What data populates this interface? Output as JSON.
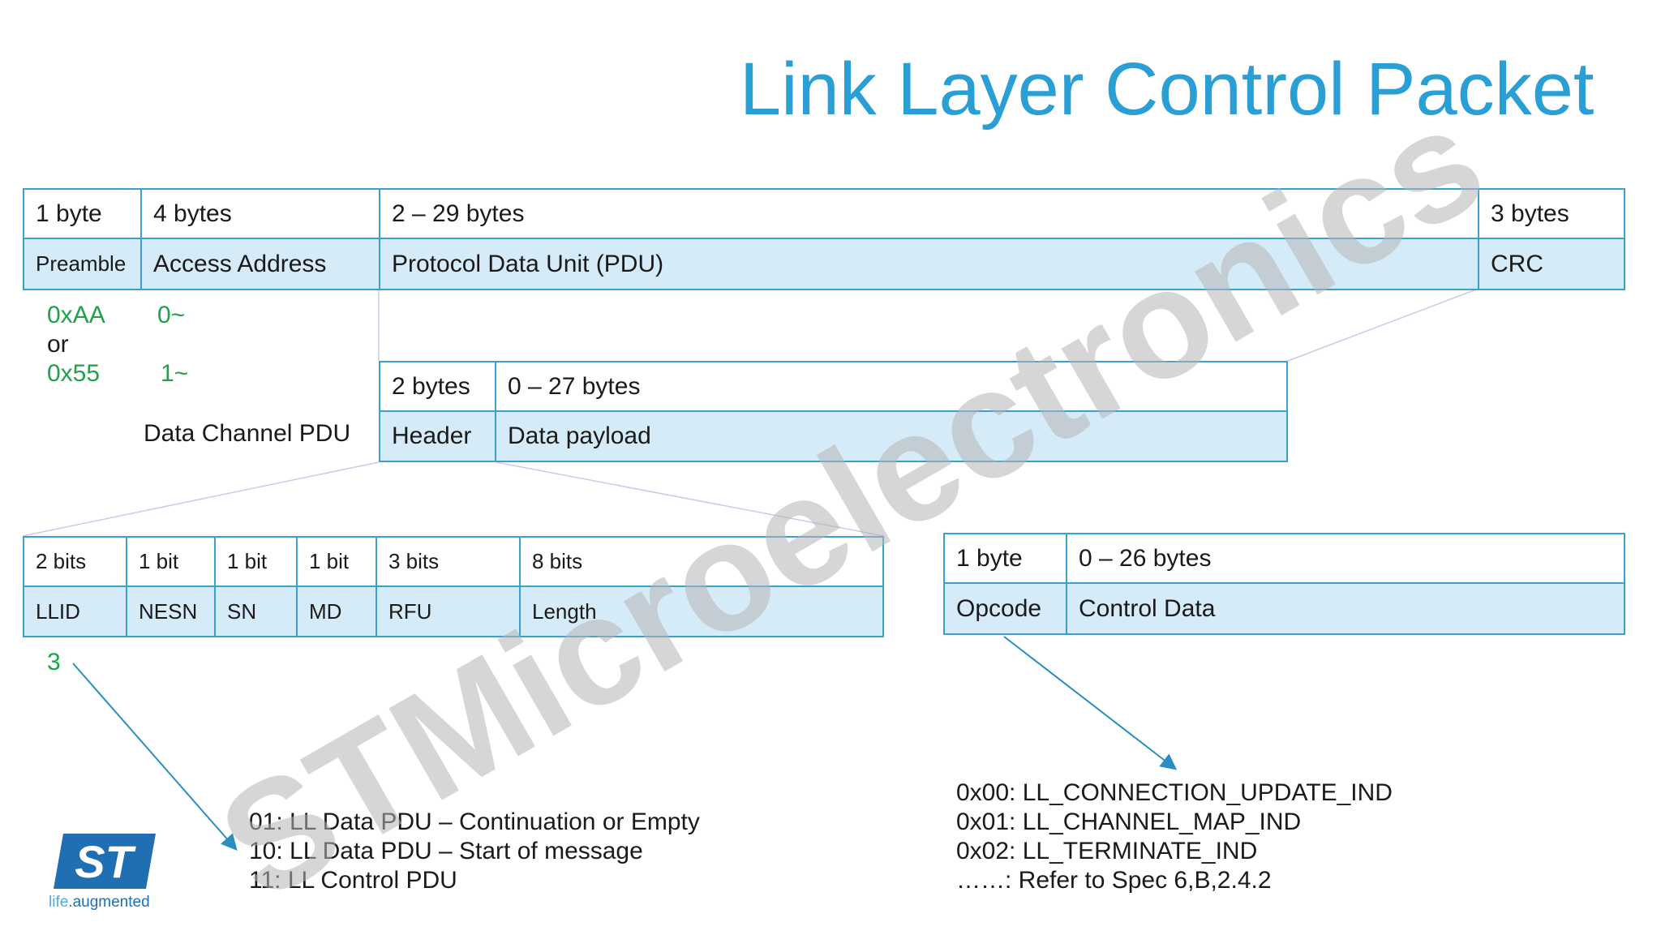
{
  "title": "Link Layer Control Packet",
  "packet": {
    "sizes": [
      "1 byte",
      "4 bytes",
      "2 – 29 bytes",
      "3 bytes"
    ],
    "fields": [
      "Preamble",
      "Access Address",
      "Protocol Data Unit (PDU)",
      "CRC"
    ]
  },
  "preamble_values": {
    "v1": "0xAA",
    "or": "or",
    "v2": "0x55"
  },
  "access_values": {
    "v1": "0~",
    "v2": "1~"
  },
  "data_channel_label": "Data Channel PDU",
  "pdu": {
    "sizes": [
      "2 bytes",
      "0 – 27 bytes"
    ],
    "fields": [
      "Header",
      "Data payload"
    ]
  },
  "header": {
    "sizes": [
      "2 bits",
      "1 bit",
      "1 bit",
      "1 bit",
      "3 bits",
      "8 bits"
    ],
    "fields": [
      "LLID",
      "NESN",
      "SN",
      "MD",
      "RFU",
      "Length"
    ]
  },
  "llid_value": "3",
  "llid_notes": [
    "01: LL Data PDU – Continuation or Empty",
    "10: LL Data PDU – Start of message",
    "11: LL Control PDU"
  ],
  "control": {
    "sizes": [
      "1 byte",
      "0 – 26 bytes"
    ],
    "fields": [
      "Opcode",
      "Control Data"
    ]
  },
  "opcode_notes": [
    "0x00: LL_CONNECTION_UPDATE_IND",
    "0x01: LL_CHANNEL_MAP_IND",
    "0x02: LL_TERMINATE_IND",
    "……: Refer to Spec 6,B,2.4.2"
  ],
  "watermark": "STMicroelectronics",
  "logo": {
    "mark": "ST",
    "tagline_pre": "life",
    "tagline_post": ".augmented"
  },
  "colors": {
    "title": "#2a9fd6",
    "border": "#3aa0d0",
    "fill": "#d6ebf8",
    "green": "#1fa34a"
  }
}
